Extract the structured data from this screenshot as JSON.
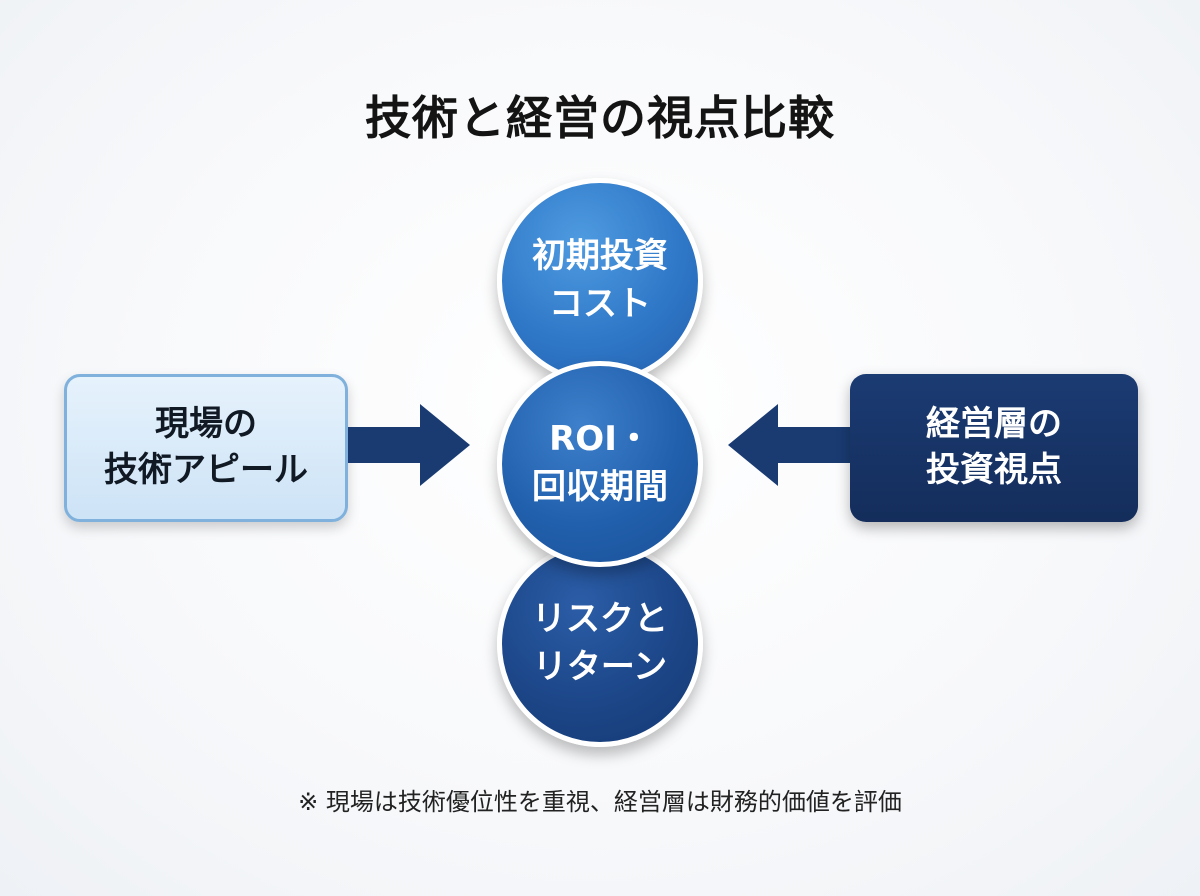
{
  "title": "技術と経営の視点比較",
  "left_box": {
    "line1": "現場の",
    "line2": "技術アピール"
  },
  "right_box": {
    "line1": "経営層の",
    "line2": "投資視点"
  },
  "circles": {
    "top": {
      "line1": "初期投資",
      "line2": "コスト"
    },
    "middle": {
      "line1": "ROI・",
      "line2": "回収期間"
    },
    "bottom": {
      "line1": "リスクと",
      "line2": "リターン"
    }
  },
  "footnote": "※ 現場は技術優位性を重視、経営層は財務的価値を評価",
  "colors": {
    "left_box_fill": "#d6e9f8",
    "left_box_border": "#7fb1dc",
    "right_box_fill": "#17346a",
    "arrow": "#1a3b72",
    "circle_top": "#2f78c8",
    "circle_middle": "#2160ad",
    "circle_bottom": "#1c4688"
  },
  "icons": {
    "left_arrow": "arrow-right-icon",
    "right_arrow": "arrow-left-icon"
  }
}
